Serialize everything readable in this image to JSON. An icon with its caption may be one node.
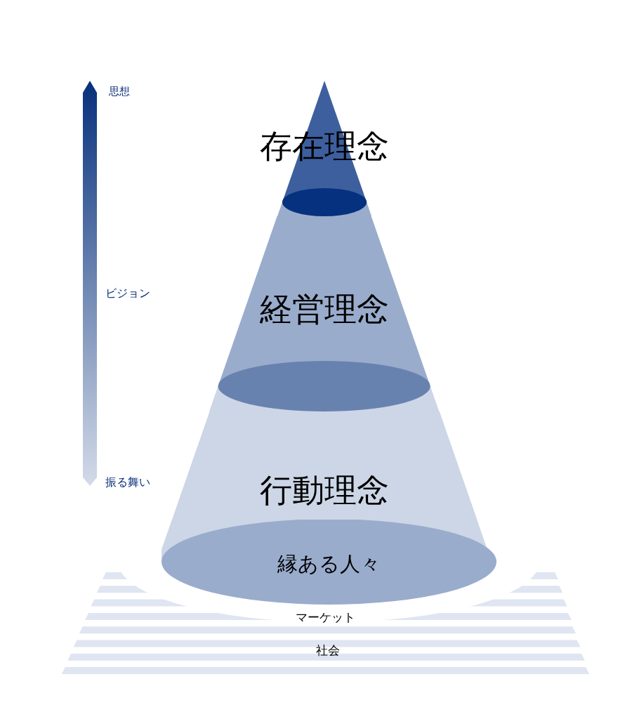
{
  "diagram": {
    "nodes": [
      {
        "text": [
          "存在理念"
        ]
      },
      {
        "text": [
          "経営理念"
        ]
      },
      {
        "text": [
          "行動理念"
        ]
      },
      {
        "text": [
          "縁ある人々"
        ]
      }
    ],
    "labels": [
      "思想",
      "ビジョン",
      "振る舞い",
      "マーケット",
      "社会"
    ]
  }
}
